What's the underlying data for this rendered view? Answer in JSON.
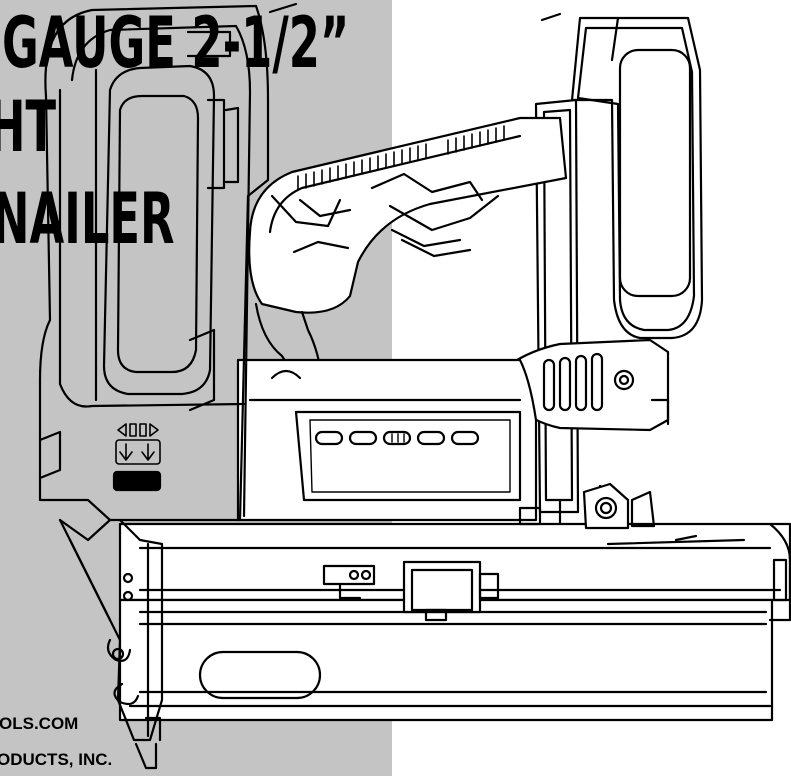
{
  "cover": {
    "title_line_1": "GAUGE 2-1/2”",
    "title_line_2": "HT",
    "title_line_3": "NAILER",
    "footer_line_1": "OLS.COM",
    "footer_line_2": "ODUCTS, INC."
  },
  "colors": {
    "left_panel": "#c4c4c4",
    "background": "#ffffff",
    "line": "#000000"
  }
}
